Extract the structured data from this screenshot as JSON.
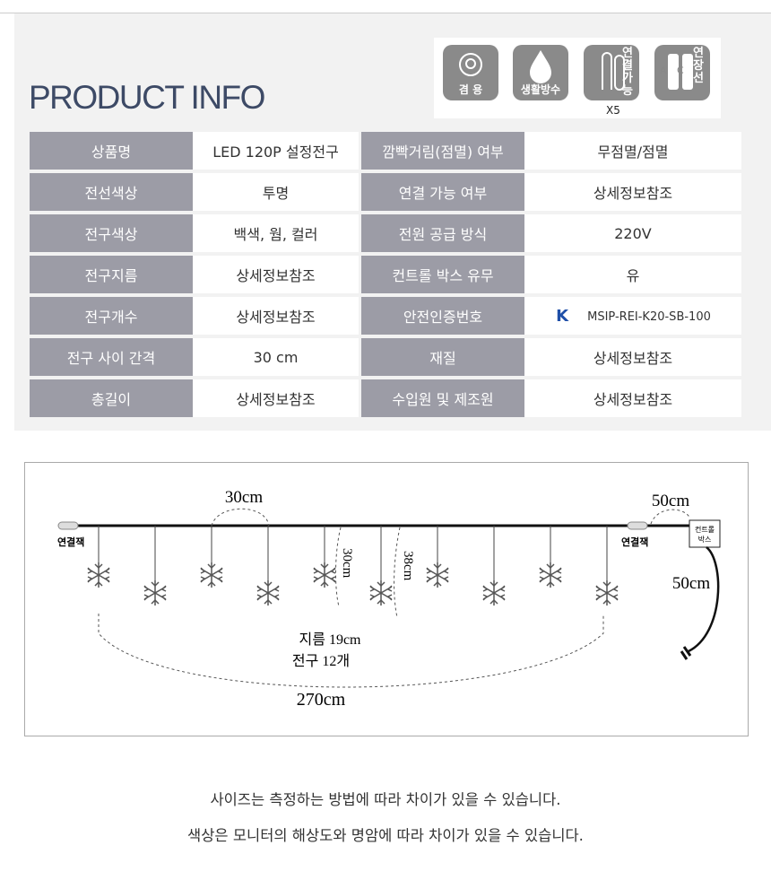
{
  "header": {
    "title": "PRODUCT INFO"
  },
  "icons": [
    {
      "name": "dual-use-icon",
      "label": "겸 용"
    },
    {
      "name": "water-resistant-icon",
      "label": "생활방수"
    },
    {
      "name": "connectable-icon",
      "label": "연결가능",
      "note": "X5"
    },
    {
      "name": "extension-cord-icon",
      "label": "연장선",
      "plug_letters": "A C"
    }
  ],
  "specs": [
    {
      "k1": "상품명",
      "v1": "LED 120P 설정전구",
      "k2": "깜빡거림(점멸) 여부",
      "v2": "무점멸/점멸"
    },
    {
      "k1": "전선색상",
      "v1": "투명",
      "k2": "연결 가능 여부",
      "v2": "상세정보참조"
    },
    {
      "k1": "전구색상",
      "v1": "백색, 웜, 컬러",
      "k2": "전원 공급 방식",
      "v2": "220V"
    },
    {
      "k1": "전구지름",
      "v1": "상세정보참조",
      "k2": "컨트롤 박스 유무",
      "v2": "유"
    },
    {
      "k1": "전구개수",
      "v1": "상세정보참조",
      "k2": "안전인증번호",
      "v2": "MSIP-REI-K20-SB-100"
    },
    {
      "k1": "전구 사이 간격",
      "v1": "30 cm",
      "k2": "재질",
      "v2": "상세정보참조"
    },
    {
      "k1": "총길이",
      "v1": "상세정보참조",
      "k2": "수입원 및 제조원",
      "v2": "상세정보참조"
    }
  ],
  "diagram": {
    "spacing": "30cm",
    "lead": "50cm",
    "connector_left": "연결잭",
    "connector_right": "연결잭",
    "control_box_line1": "컨트롤",
    "control_box_line2": "박스",
    "cord": "50cm",
    "drop_short": "30cm",
    "drop_long": "38cm",
    "diameter": "지름 19cm",
    "bulbs": "전구 12개",
    "total": "270cm"
  },
  "footer": {
    "line1": "사이즈는 측정하는 방법에 따라 차이가 있을 수 있습니다.",
    "line2": "색상은 모니터의 해상도와 명암에 따라 차이가 있을 수 있습니다."
  }
}
